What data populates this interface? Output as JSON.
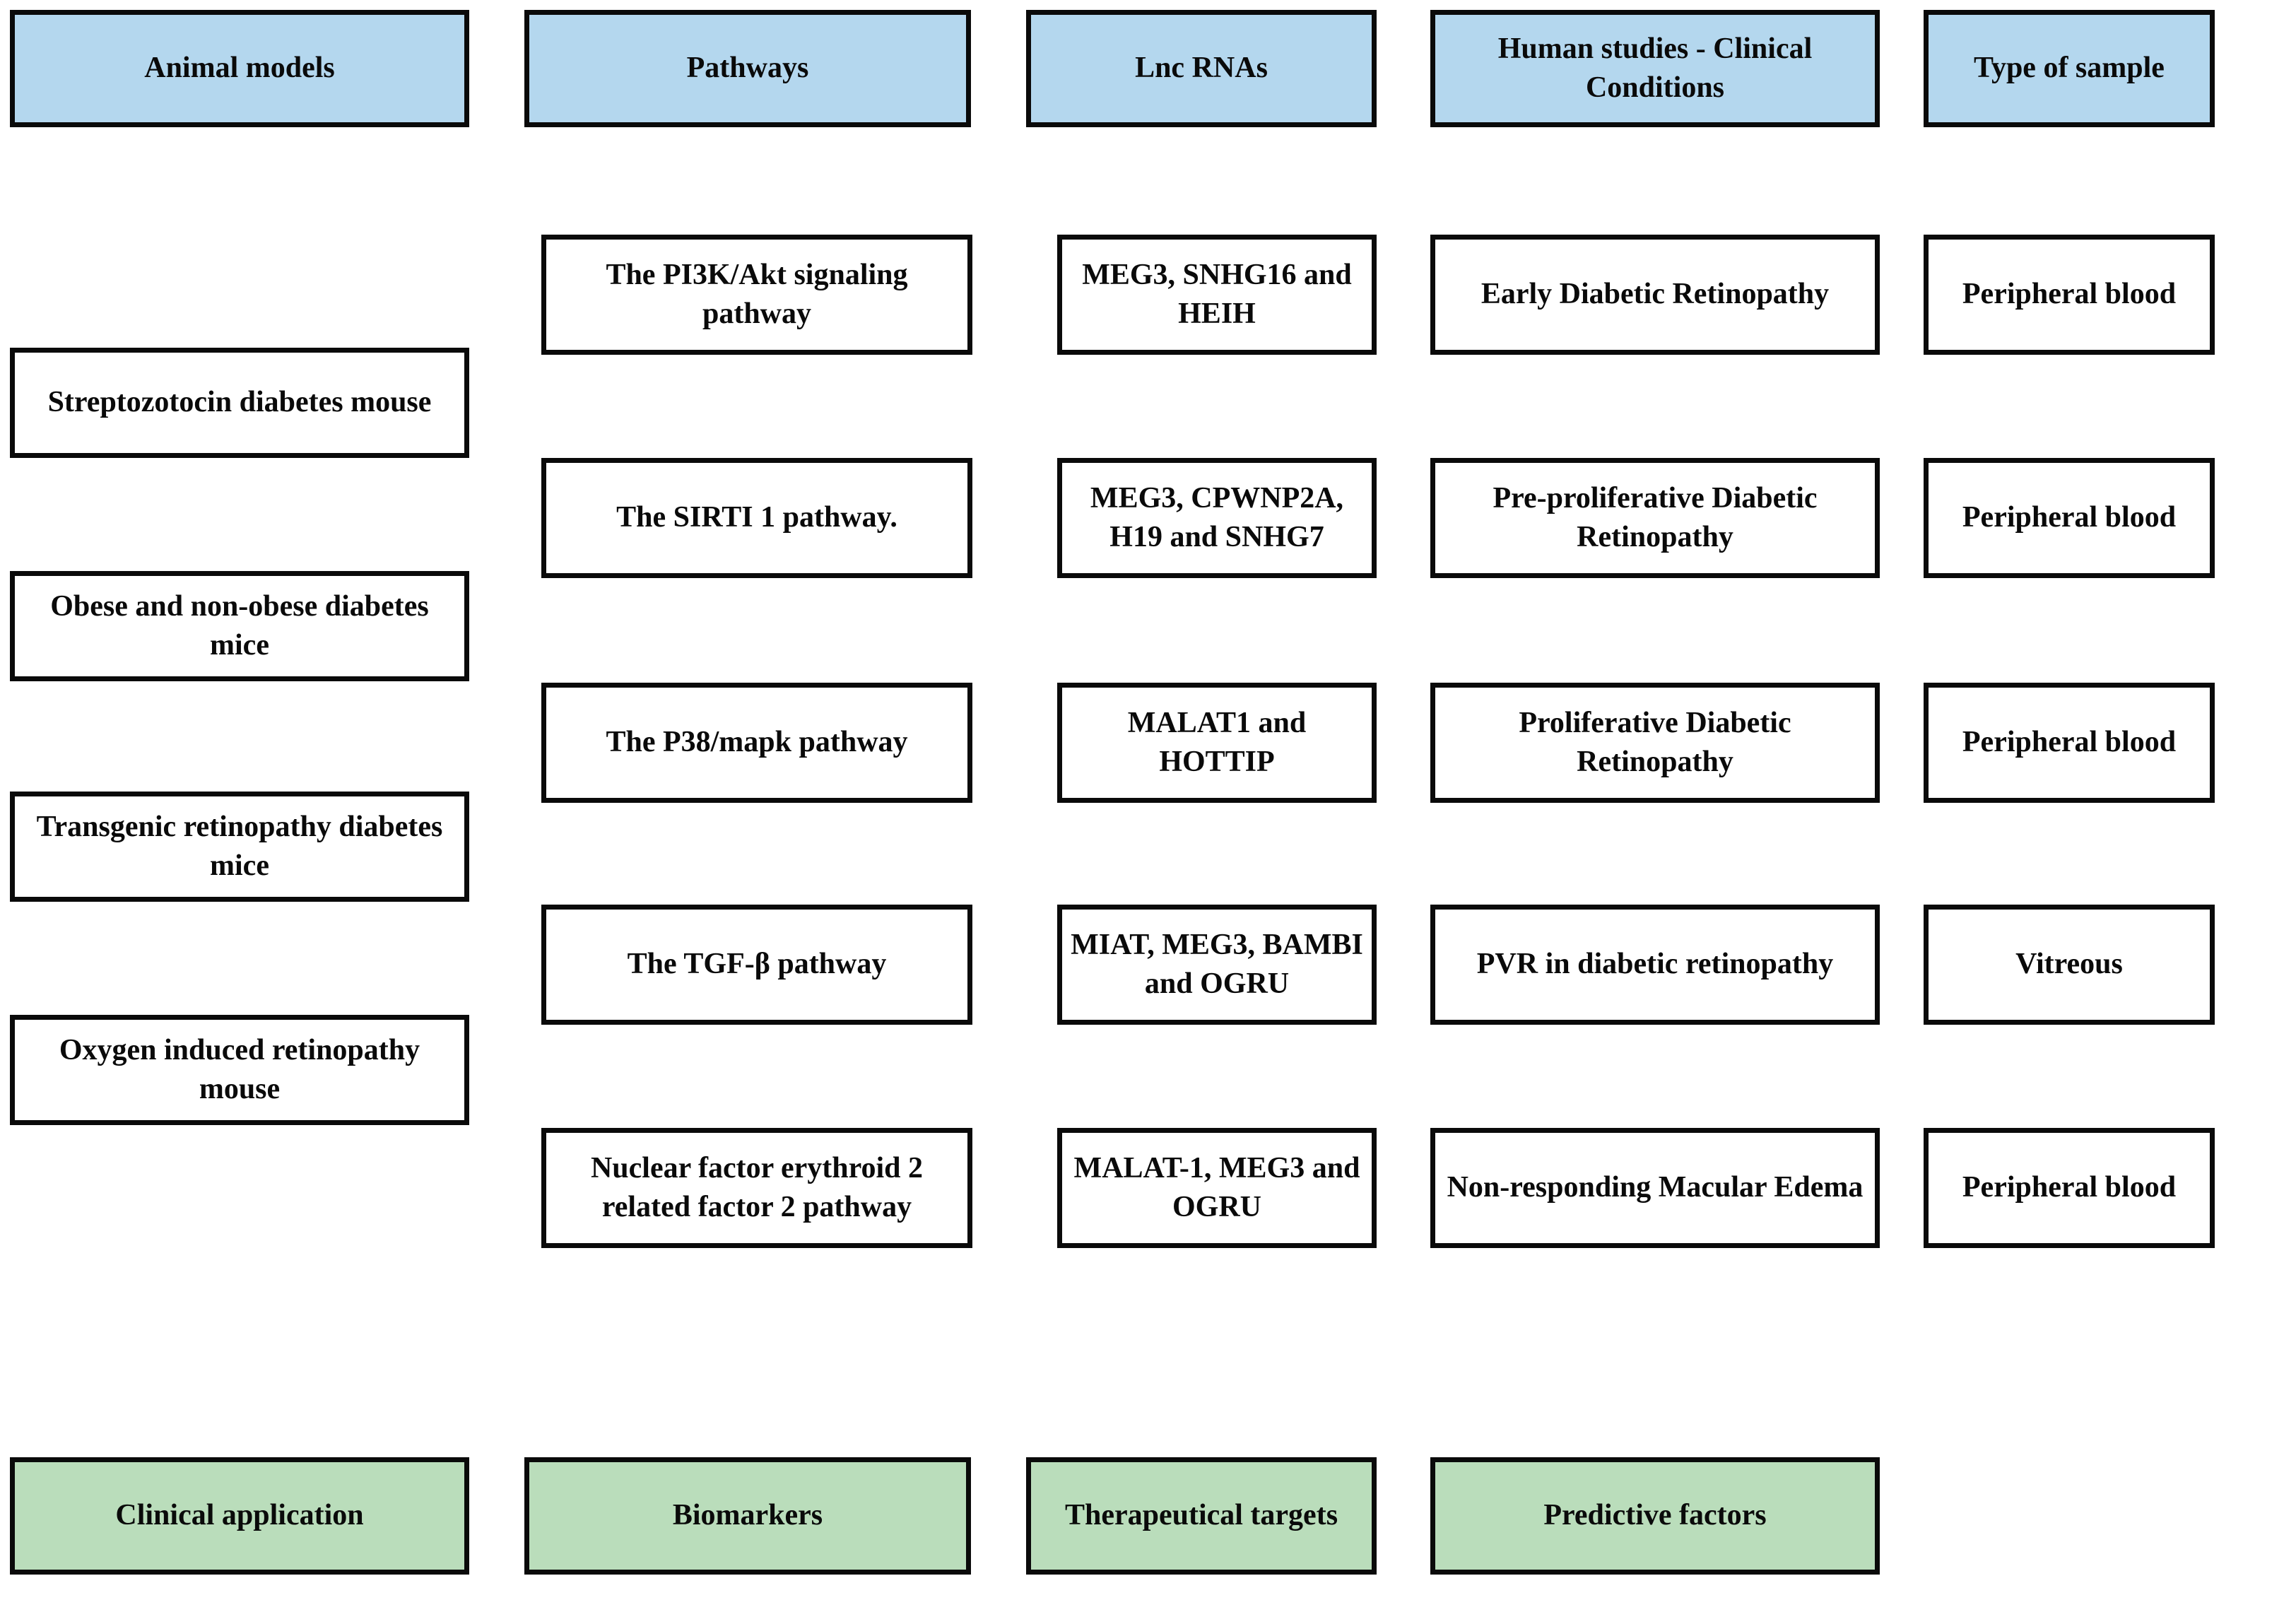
{
  "diagram": {
    "colors": {
      "header_fill": "#b4d7ee",
      "footer_fill": "#baddbb",
      "box_border": "#0a0a0a",
      "box_fill": "#ffffff",
      "page_background": "#ffffff"
    },
    "headers": [
      {
        "label": "Animal models"
      },
      {
        "label": "Pathways"
      },
      {
        "label": "Lnc RNAs"
      },
      {
        "label": "Human studies - Clinical Conditions"
      },
      {
        "label": "Type of sample"
      }
    ],
    "animal_models": [
      {
        "label": "Streptozotocin diabetes mouse"
      },
      {
        "label": "Obese and non-obese diabetes mice"
      },
      {
        "label": "Transgenic retinopathy diabetes mice"
      },
      {
        "label": "Oxygen induced retinopathy mouse"
      }
    ],
    "rows": [
      {
        "pathway": "The PI3K/Akt signaling pathway",
        "lnc_rnas": "MEG3, SNHG16 and HEIH",
        "clinical_condition": "Early Diabetic Retinopathy",
        "sample_type": "Peripheral blood"
      },
      {
        "pathway": "The SIRTI 1 pathway.",
        "lnc_rnas": "MEG3, CPWNP2A, H19 and SNHG7",
        "clinical_condition": "Pre-proliferative Diabetic Retinopathy",
        "sample_type": "Peripheral blood"
      },
      {
        "pathway": "The P38/mapk pathway",
        "lnc_rnas": "MALAT1 and HOTTIP",
        "clinical_condition": "Proliferative Diabetic Retinopathy",
        "sample_type": "Peripheral blood"
      },
      {
        "pathway": "The TGF-β pathway",
        "lnc_rnas": "MIAT, MEG3, BAMBI and OGRU",
        "clinical_condition": "PVR in diabetic retinopathy",
        "sample_type": "Vitreous"
      },
      {
        "pathway": "Nuclear factor erythroid 2 related factor 2  pathway",
        "lnc_rnas": "MALAT-1, MEG3 and OGRU",
        "clinical_condition": "Non-responding Macular Edema",
        "sample_type": "Peripheral blood"
      }
    ],
    "footers": [
      {
        "label": "Clinical application"
      },
      {
        "label": "Biomarkers"
      },
      {
        "label": "Therapeutical targets"
      },
      {
        "label": "Predictive factors"
      }
    ]
  }
}
